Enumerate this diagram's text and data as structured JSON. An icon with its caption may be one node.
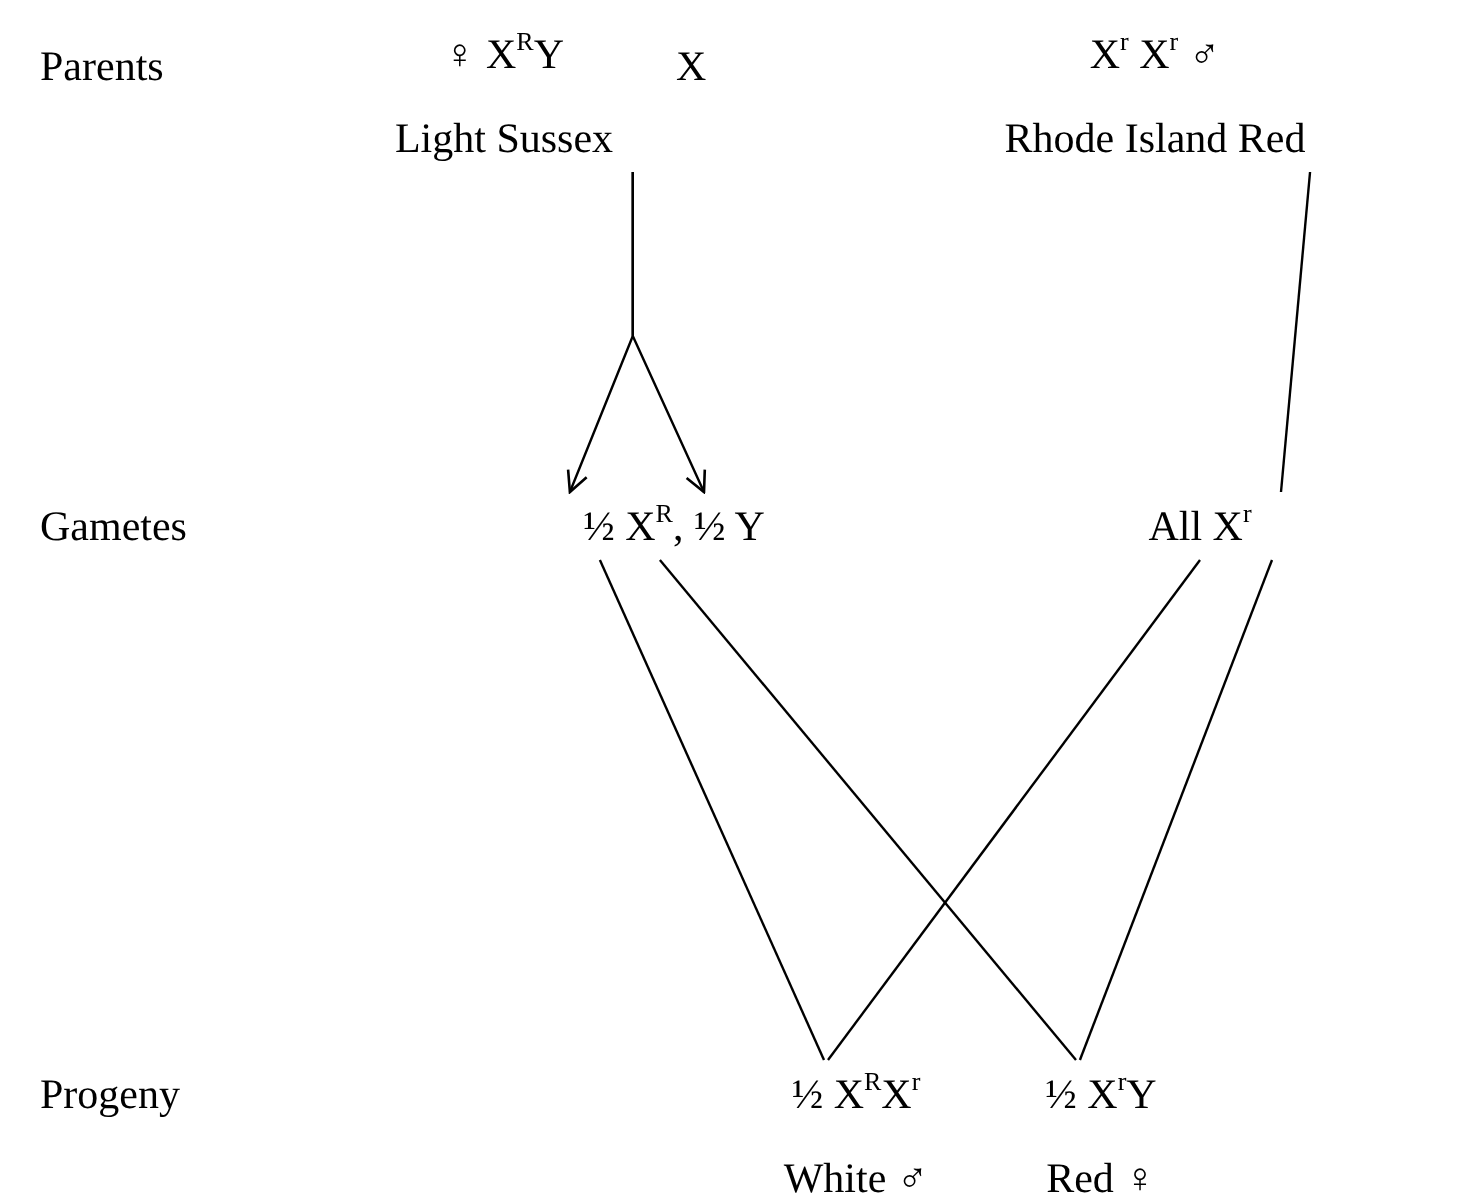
{
  "diagram": {
    "nodes": [
      {
        "text": [
          "♀ X$^{R}$Y",
          "Light Sussex"
        ]
      },
      {
        "text": [
          "X$^{r}$ X$^{r}$ ♂",
          "Rhode Island Red"
        ]
      },
      {
        "text": [
          "½ X$^{R}$, ½ Y"
        ]
      },
      {
        "text": [
          "All X$^{r}$"
        ]
      },
      {
        "text": [
          "½ X$^{R}$X$^{r}$",
          "White ♂"
        ]
      },
      {
        "text": [
          "½ X$^{r}$Y",
          "Red ♀"
        ]
      }
    ],
    "edges": [
      {
        "from": 0,
        "to": 2,
        "arrow": "to"
      },
      {
        "from": 0,
        "to": 2,
        "arrow": "to"
      },
      {
        "from": 1,
        "to": 3,
        "arrow": "none"
      },
      {
        "from": 2,
        "to": 4,
        "arrow": "none"
      },
      {
        "from": 2,
        "to": 5,
        "arrow": "none"
      },
      {
        "from": 3,
        "to": 4,
        "arrow": "none"
      },
      {
        "from": 3,
        "to": 5,
        "arrow": "none"
      }
    ],
    "labels": [
      "Parents",
      "X",
      "Gametes",
      "Progeny"
    ]
  }
}
